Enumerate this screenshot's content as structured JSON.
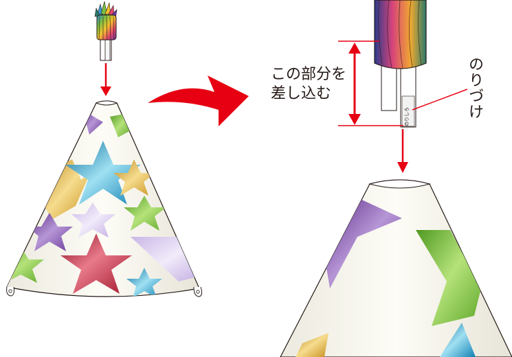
{
  "callouts": {
    "insert_part_line1": "この部分を",
    "insert_part_line2": "差し込む",
    "glue": "のりづけ",
    "tab_small_text": "のりしろ"
  },
  "colors": {
    "arrow_red": "#e60012",
    "line_red": "#e60012",
    "outline": "#231815",
    "hat_base": "#fbfaf3"
  },
  "icons": {
    "big_curved_arrow": "curved-arrow-icon",
    "down_arrow": "down-arrow-icon",
    "dimension_arrow": "double-headed-arrow-icon"
  }
}
